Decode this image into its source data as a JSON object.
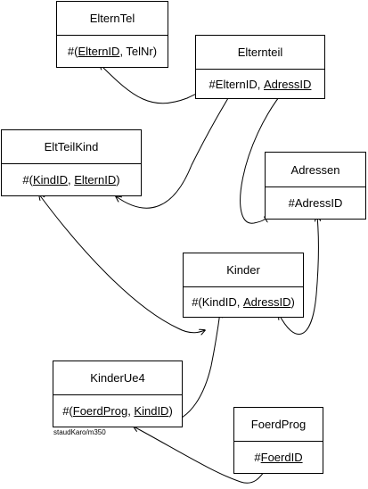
{
  "entities": {
    "elterntel": {
      "name": "ElternTel",
      "keys": [
        {
          "t": "#(",
          "u": false
        },
        {
          "t": "ElternID",
          "u": true
        },
        {
          "t": ", TelNr)",
          "u": false
        }
      ]
    },
    "elternteil": {
      "name": "Elternteil",
      "keys": [
        {
          "t": "#ElternID, ",
          "u": false
        },
        {
          "t": "AdressID",
          "u": true
        }
      ]
    },
    "eltteilkind": {
      "name": "EltTeilKind",
      "keys": [
        {
          "t": "#(",
          "u": false
        },
        {
          "t": "KindID",
          "u": true
        },
        {
          "t": ", ",
          "u": false
        },
        {
          "t": "ElternID",
          "u": true
        },
        {
          "t": ")",
          "u": false
        }
      ]
    },
    "adressen": {
      "name": "Adressen",
      "keys": [
        {
          "t": "#AdressID",
          "u": false
        }
      ]
    },
    "kinder": {
      "name": "Kinder",
      "keys": [
        {
          "t": "#(KindID, ",
          "u": false
        },
        {
          "t": "AdressID",
          "u": true
        },
        {
          "t": ")",
          "u": false
        }
      ]
    },
    "kinderue4": {
      "name": "KinderUe4",
      "keys": [
        {
          "t": "#(",
          "u": false
        },
        {
          "t": "FoerdProg",
          "u": true
        },
        {
          "t": ", ",
          "u": false
        },
        {
          "t": "KindID",
          "u": true
        },
        {
          "t": ")",
          "u": false
        }
      ]
    },
    "foerdprog": {
      "name": "FoerdProg",
      "keys": [
        {
          "t": "#",
          "u": false
        },
        {
          "t": "FoerdID",
          "u": true
        }
      ]
    }
  },
  "credit": "staudKaro/m350"
}
